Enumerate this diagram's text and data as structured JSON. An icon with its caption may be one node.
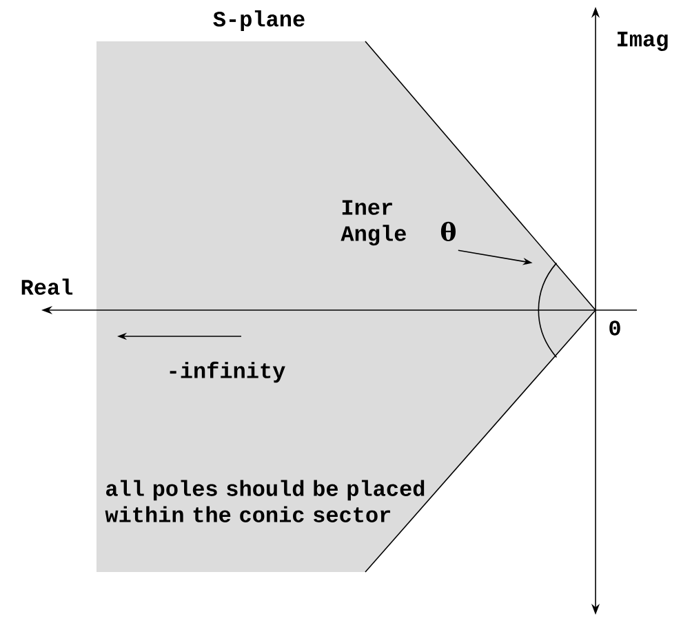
{
  "diagram": {
    "title": "S-plane",
    "nodes": [
      {
        "text": [
          "all poles should be placed within the conic sector"
        ]
      },
      {
        "text": [
          "Iner Angle"
        ],
        "beside": [
          "θ"
        ],
        "in": 0
      },
      {
        "text": [],
        "shape": "arc",
        "in": 0
      }
    ],
    "edges": [
      {
        "from": 1,
        "to": 2,
        "arrow": "to"
      }
    ],
    "labels": [
      "Imag",
      "Real",
      "0",
      "-infinity"
    ]
  }
}
